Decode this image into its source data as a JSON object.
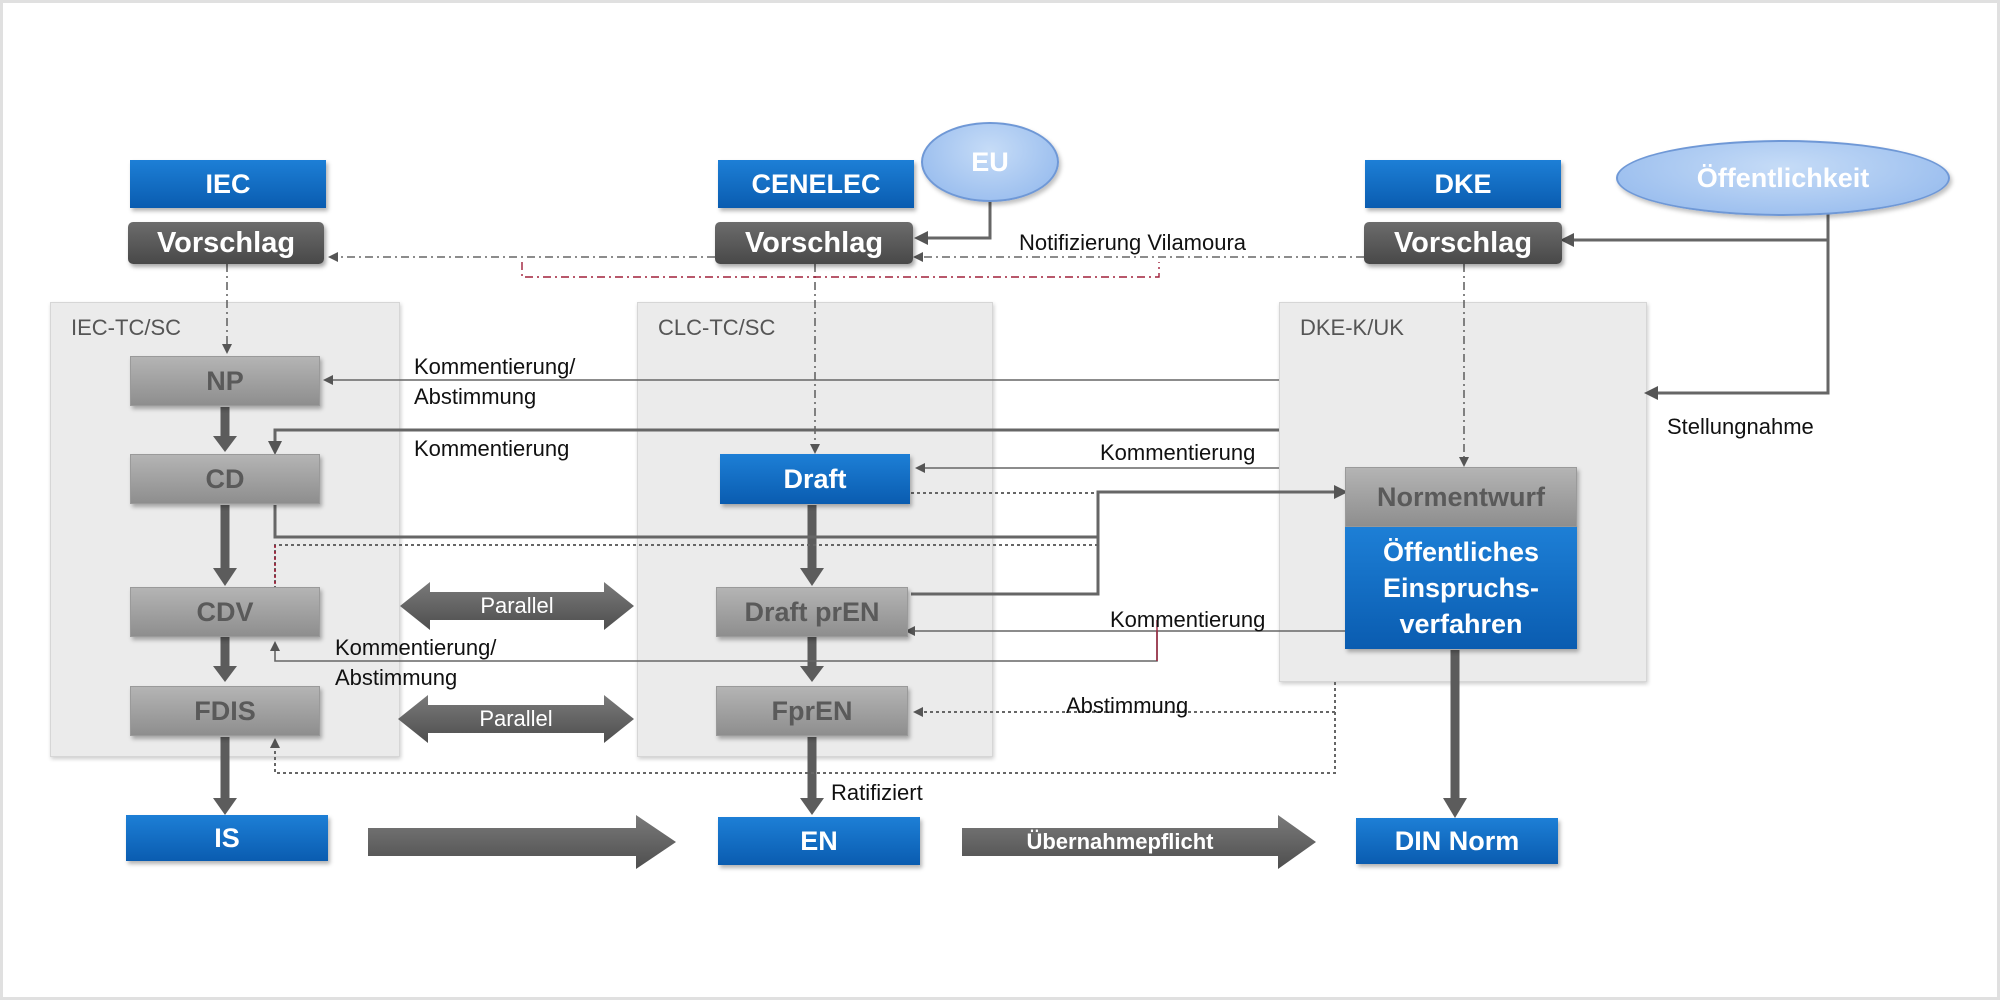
{
  "orgs": {
    "iec": "IEC",
    "cenelec": "CENELEC",
    "dke": "DKE"
  },
  "ellipses": {
    "eu": "EU",
    "public": "Öffentlichkeit"
  },
  "proposal": "Vorschlag",
  "groups": {
    "iec": "IEC-TC/SC",
    "clc": "CLC-TC/SC",
    "dke": "DKE-K/UK"
  },
  "iec_steps": {
    "np": "NP",
    "cd": "CD",
    "cdv": "CDV",
    "fdis": "FDIS"
  },
  "clc_steps": {
    "draft": "Draft",
    "draft_pren": "Draft prEN",
    "fpren": "FprEN"
  },
  "dke_steps": {
    "normentwurf": "Normentwurf",
    "einspruch": "Öffentliches Einspruchs-verfahren"
  },
  "outputs": {
    "is": "IS",
    "en": "EN",
    "din": "DIN Norm"
  },
  "labels": {
    "notifizierung": "Notifizierung Vilamoura",
    "kommentierung_abstimmung_top_1": "Kommentierung/",
    "kommentierung_abstimmung_top_2": "Abstimmung",
    "kommentierung_cd": "Kommentierung",
    "kommentierung_draft": "Kommentierung",
    "stellungnahme": "Stellungnahme",
    "kommentierung_pren": "Kommentierung",
    "kommentierung_abstimmung_bottom_1": "Kommentierung/",
    "kommentierung_abstimmung_bottom_2": "Abstimmung",
    "abstimmung": "Abstimmung",
    "ratifiziert": "Ratifiziert"
  },
  "arrows": {
    "parallel": "Parallel",
    "uebernahme": "Übernahmepflicht"
  },
  "colors": {
    "blue": "#0a5cb0",
    "gray_box": "#a0a0a0",
    "dark_box": "#555555",
    "ellipse": "#a9c8f1",
    "group_bg": "#ebebeb",
    "line": "#666666",
    "red_dash": "#a0203a"
  }
}
